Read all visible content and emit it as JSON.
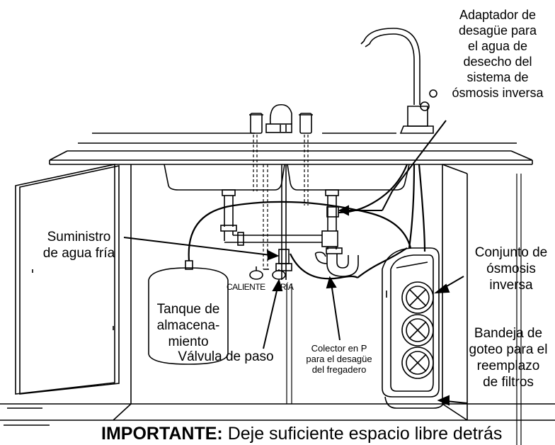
{
  "labels": {
    "drain_adapter": "Adaptador de\ndesagüe para\nel agua de\ndesecho del\nsistema de\nósmosis inversa",
    "cold_supply": "Suministro\nde agua fría",
    "ro_assembly": "Conjunto de\nósmosis\ninversa",
    "storage_tank": "Tanque de\nalmacena-\nmiento",
    "hot": "CALIENTE",
    "cold": "FRÍA",
    "shutoff_valve": "Válvula de paso",
    "p_trap": "Colector en P\npara el desagüe\ndel fregadero",
    "drip_tray": "Bandeja de\ngoteo para el\nreemplazo\nde filtros"
  },
  "footer": {
    "important_label": "IMPORTANTE:",
    "important_text": " Deje suficiente espacio libre detrás"
  },
  "colors": {
    "line": "#000000",
    "background": "#ffffff"
  }
}
